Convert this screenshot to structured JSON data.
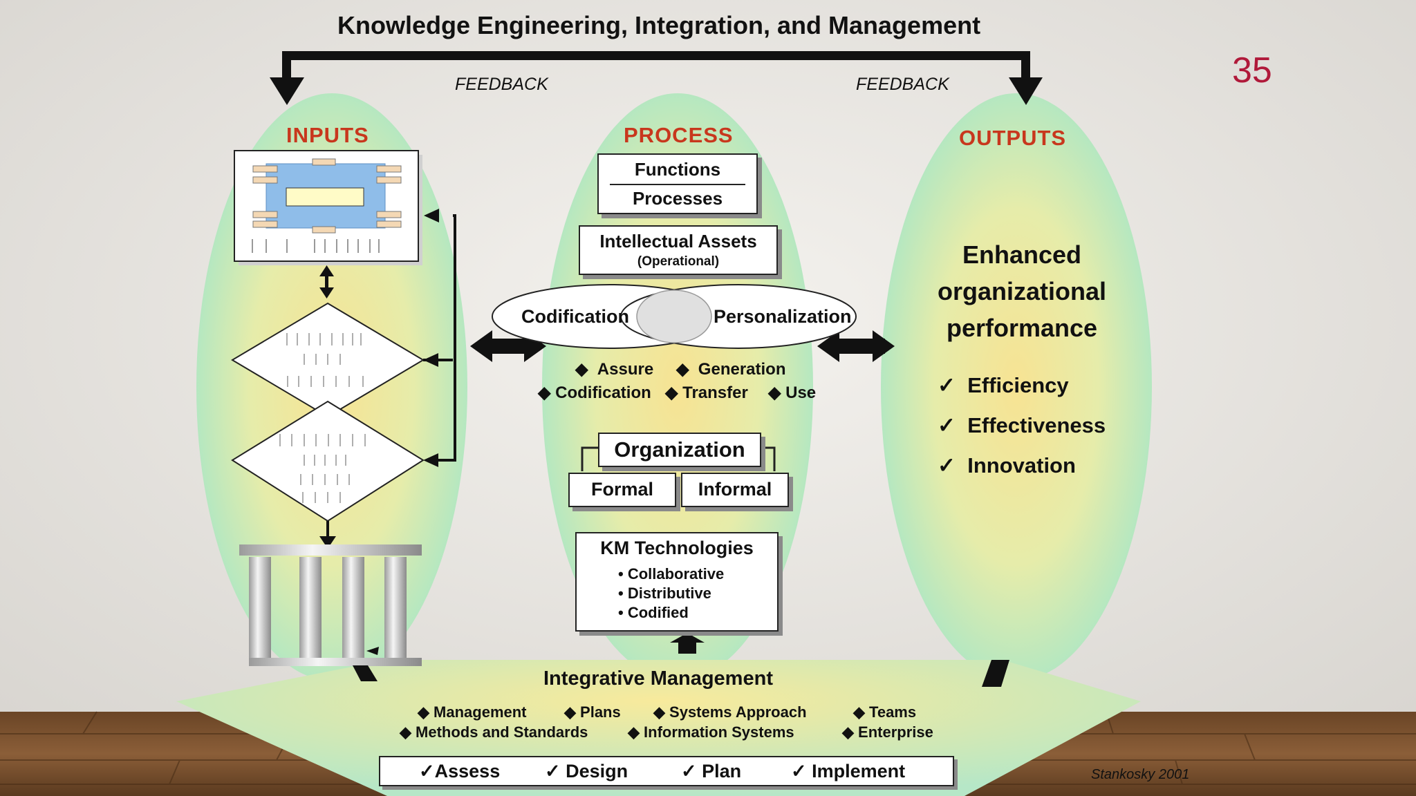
{
  "title": "Knowledge Engineering, Integration, and Management",
  "slide_number": "35",
  "feedback_left": "FEEDBACK",
  "feedback_right": "FEEDBACK",
  "inputs": {
    "header": "INPUTS"
  },
  "process": {
    "header": "PROCESS",
    "functions": "Functions",
    "processes": "Processes",
    "assets_title": "Intellectual Assets",
    "assets_sub": "(Operational)",
    "codification": "Codification",
    "personalization": "Personalization",
    "actions": [
      "Assure",
      "Generation",
      "Codification",
      "Transfer",
      "Use"
    ],
    "organization": "Organization",
    "formal": "Formal",
    "informal": "Informal",
    "km_title": "KM Technologies",
    "km_items": [
      "Collaborative",
      "Distributive",
      "Codified"
    ]
  },
  "outputs": {
    "header": "OUTPUTS",
    "line1": "Enhanced",
    "line2": "organizational",
    "line3": "performance",
    "checks": [
      "Efficiency",
      "Effectiveness",
      "Innovation"
    ]
  },
  "integrative": {
    "title": "Integrative Management",
    "row1": [
      "Management",
      "Plans",
      "Systems Approach",
      "Teams"
    ],
    "row2": [
      "Methods and Standards",
      "Information Systems",
      "Enterprise"
    ],
    "steps": [
      "Assess",
      "Design",
      "Plan",
      "Implement"
    ]
  },
  "credit": "Stankosky 2001",
  "colors": {
    "accent_red": "#c8371d",
    "slide_number": "#b0193a",
    "ellipse_green": "#b8e8c4",
    "ellipse_yellow": "#f7e7a0"
  }
}
